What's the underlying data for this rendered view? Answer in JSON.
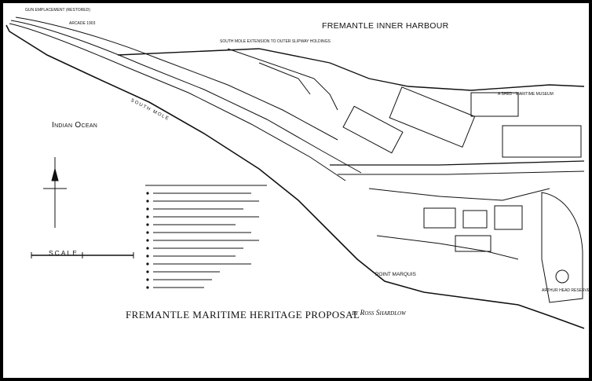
{
  "map": {
    "harbour_label": "FREMANTLE INNER HARBOUR",
    "ocean_label": "Indian Ocean",
    "title": "FREMANTLE MARITIME HERITAGE PROPOSAL",
    "author": "by Ross Shardlow",
    "scale_label": "SCALE",
    "point_marquis_label": "POINT MARQUIS",
    "south_mole_label": "SOUTH MOLE",
    "small_labels": {
      "top_left": "GUN EMPLACEMENT (RESTORED)",
      "top_left_2": "ARCADE 1903",
      "center_note": "SOUTH MOLE EXTENSION TO OUTER SLIPWAY HOLDINGS",
      "right_label": "A SHED - MARITIME MUSEUM",
      "bottom_right": "ARTHUR HEAD RESERVE"
    }
  },
  "colors": {
    "ink": "#111111",
    "paper": "#ffffff",
    "frame": "#000000"
  }
}
